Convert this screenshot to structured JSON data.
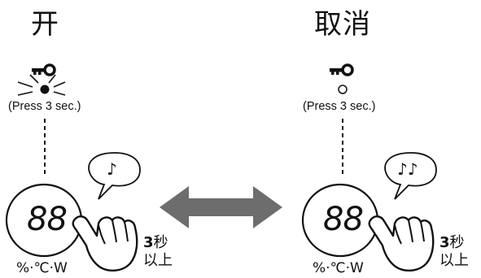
{
  "panels": [
    {
      "title": "开",
      "press_label": "(Press 3 sec.)",
      "display_digits": "88",
      "units_label": "%·℃·W",
      "hold_seconds": "3",
      "hold_unit": "秒",
      "hold_suffix": "以上",
      "beep": "♪",
      "indicator": "lit"
    },
    {
      "title": "取消",
      "press_label": "(Press 3 sec.)",
      "display_digits": "88",
      "units_label": "%·℃·W",
      "hold_seconds": "3",
      "hold_unit": "秒",
      "hold_suffix": "以上",
      "beep": "♪♪",
      "indicator": "off"
    }
  ],
  "icons": {
    "key": "key-icon",
    "indicator": "led-indicator-icon",
    "finger": "finger-press-icon",
    "arrow": "double-arrow-icon",
    "speech": "speech-bubble-icon"
  },
  "colors": {
    "line": "#111111",
    "arrow": "#6d6d6d"
  }
}
